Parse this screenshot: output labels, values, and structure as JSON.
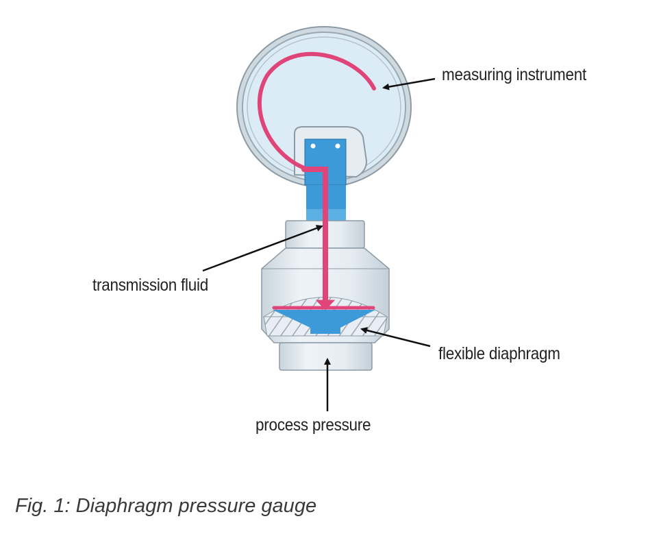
{
  "labels": {
    "measuring_instrument": "measuring instrument",
    "transmission_fluid": "transmission fluid",
    "flexible_diaphragm": "flexible diaphragm",
    "process_pressure": "process pressure"
  },
  "caption": "Fig. 1: Diaphragm pressure gauge",
  "colors": {
    "fluid": "#e0457a",
    "chamber": "#3d9ad8",
    "gauge_face": "#dcecf6",
    "body": "#e4ecf2"
  }
}
